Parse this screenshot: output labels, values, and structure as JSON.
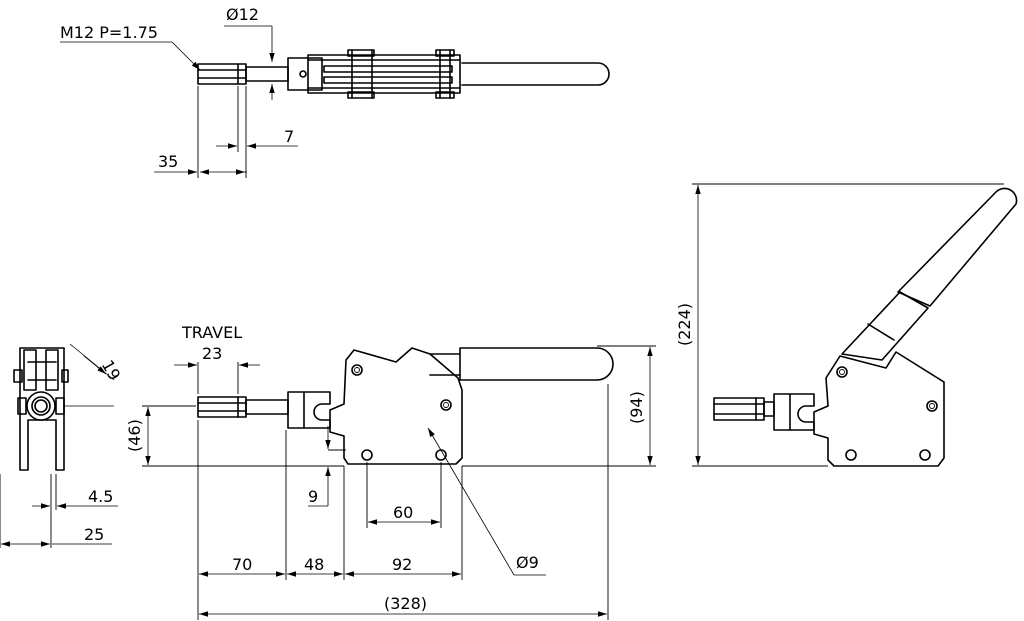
{
  "labels": {
    "thread": "M12 P=1.75",
    "shaft_dia": "Ø12",
    "dim_7": "7",
    "dim_35": "35",
    "travel": "TRAVEL",
    "dim_23": "23",
    "dim_19": "19",
    "dim_46": "(46)",
    "dim_94": "(94)",
    "dim_224": "(224)",
    "dim_9": "9",
    "dim_60": "60",
    "hole_dia": "Ø9",
    "dim_4_5": "4.5",
    "dim_25": "25",
    "dim_70": "70",
    "dim_48": "48",
    "dim_92": "92",
    "dim_328": "(328)"
  }
}
